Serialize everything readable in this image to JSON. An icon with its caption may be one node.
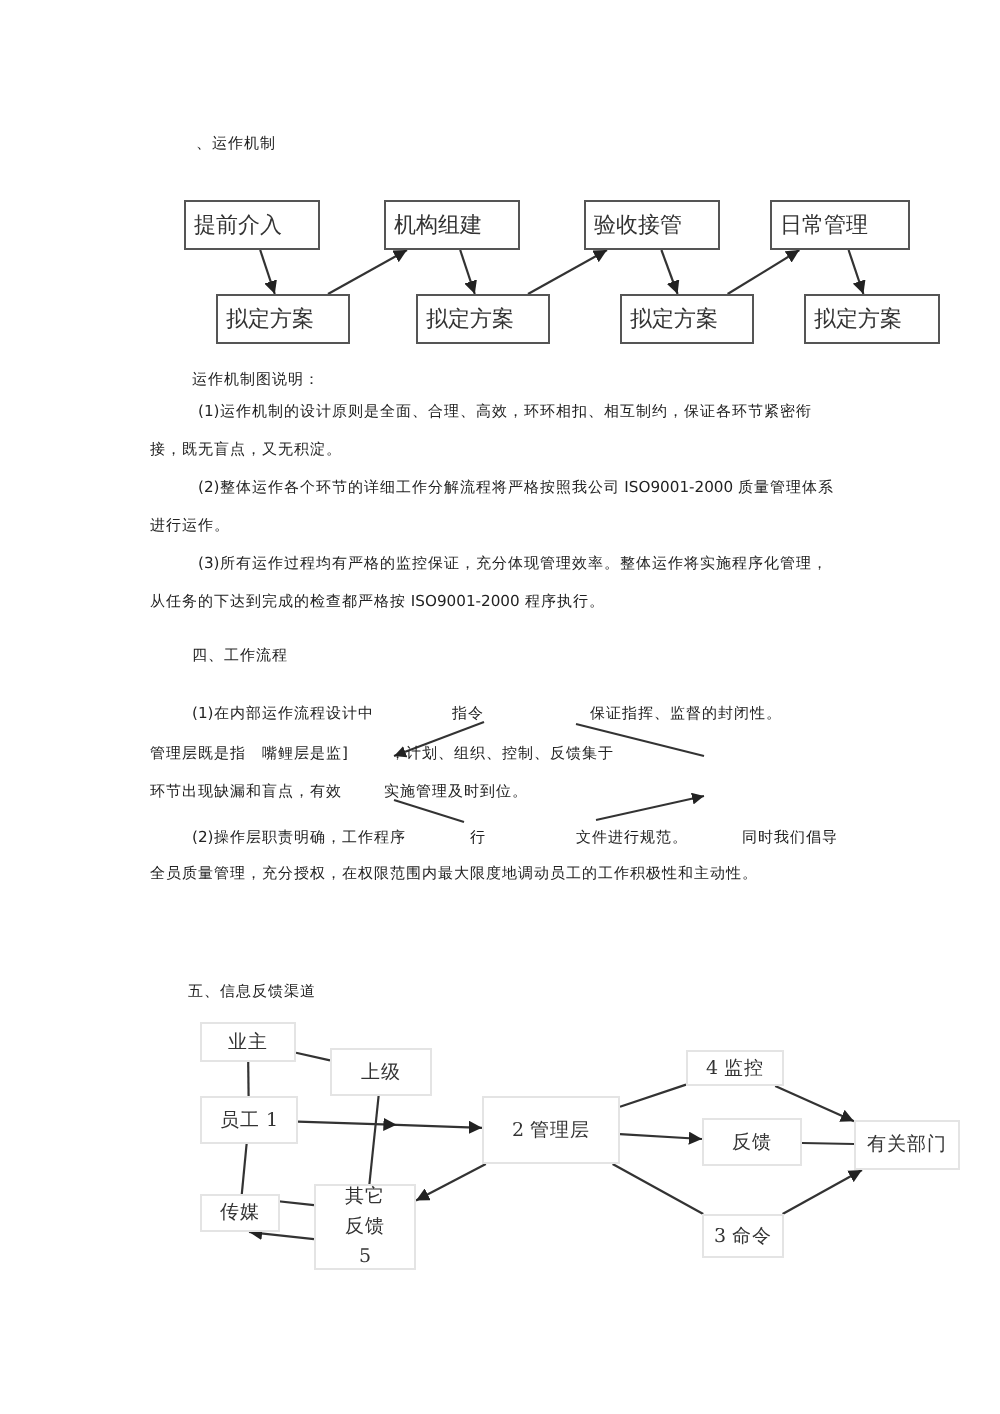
{
  "diagram": {
    "nodes": [
      {
        "text": [
          "提前介入"
        ]
      },
      {
        "text": [
          "机构组建"
        ]
      },
      {
        "text": [
          "验收接管"
        ]
      },
      {
        "text": [
          "日常管理"
        ]
      },
      {
        "text": [
          "拟定方案"
        ]
      },
      {
        "text": [
          "拟定方案"
        ]
      },
      {
        "text": [
          "拟定方案"
        ]
      },
      {
        "text": [
          "拟定方案"
        ]
      },
      {
        "text": [
          "业主"
        ]
      },
      {
        "text": [
          "上级"
        ]
      },
      {
        "text": [
          "员工 1"
        ]
      },
      {
        "text": [
          "传媒"
        ]
      },
      {
        "text": [
          "其它反馈 5"
        ]
      },
      {
        "text": [
          "2 管理层"
        ]
      },
      {
        "text": [
          "4 监控"
        ]
      },
      {
        "text": [
          "反馈"
        ]
      },
      {
        "text": [
          "3 命令"
        ]
      },
      {
        "text": [
          "有关部门"
        ]
      }
    ],
    "edges": [
      {
        "from": 0,
        "to": 4,
        "arrow": "to"
      },
      {
        "from": 4,
        "to": 1,
        "arrow": "to"
      },
      {
        "from": 1,
        "to": 5,
        "arrow": "to"
      },
      {
        "from": 5,
        "to": 2,
        "arrow": "to"
      },
      {
        "from": 2,
        "to": 6,
        "arrow": "to"
      },
      {
        "from": 6,
        "to": 3,
        "arrow": "to"
      },
      {
        "from": 3,
        "to": 7,
        "arrow": "to"
      },
      {
        "from": 8,
        "to": 10,
        "arrow": "none"
      },
      {
        "from": 10,
        "to": 11,
        "arrow": "none"
      },
      {
        "from": 8,
        "to": 9,
        "arrow": "none"
      },
      {
        "from": 9,
        "to": 12,
        "arrow": "none"
      },
      {
        "from": 10,
        "to": 13,
        "arrow": "to"
      },
      {
        "from": 12,
        "to": 11,
        "arrow": "none"
      },
      {
        "from": 12,
        "to": 11,
        "arrow": "to"
      },
      {
        "from": 13,
        "to": 12,
        "arrow": "to"
      },
      {
        "from": 13,
        "to": 14,
        "arrow": "none"
      },
      {
        "from": 13,
        "to": 15,
        "arrow": "to"
      },
      {
        "from": 13,
        "to": 16,
        "arrow": "none"
      },
      {
        "from": 14,
        "to": 17,
        "arrow": "to"
      },
      {
        "from": 15,
        "to": 17,
        "arrow": "none"
      },
      {
        "from": 16,
        "to": 17,
        "arrow": "to"
      }
    ],
    "labels": [
      "、运作机制",
      "运作机制图说明：",
      "(1)运作机制的设计原则是全面、合理、高效，环环相扣、相互制约，保证各环节紧密衔接，既无盲点，又无积淀。",
      "(2)整体运作各个环节的详细工作分解流程将严格按照我公司 ISO9001-2000 质量管理体系进行运作。",
      "(3)所有运作过程均有严格的监控保证，充分体现管理效率。整体运作将实施程序化管理，从任务的下达到完成的检查都严格按 ISO9001-2000 程序执行。",
      "四、工作流程",
      "(1)在内部运作流程设计中",
      "指令",
      "保证指挥、监督的封闭性。",
      "管理层既是指",
      "嘴鲤层是监]",
      "，计划、组织、控制、反馈集于",
      "环节出现缺漏和盲点，有效",
      "实施管理及时到位。",
      "(2)操作层职责明确，工作程序",
      "行",
      "文件进行规范。",
      "同时我们倡导",
      "全员质量管理，充分授权，在权限范围内最大限度地调动员工的工作积极性和主动性。",
      "五、信息反馈渠道"
    ]
  }
}
